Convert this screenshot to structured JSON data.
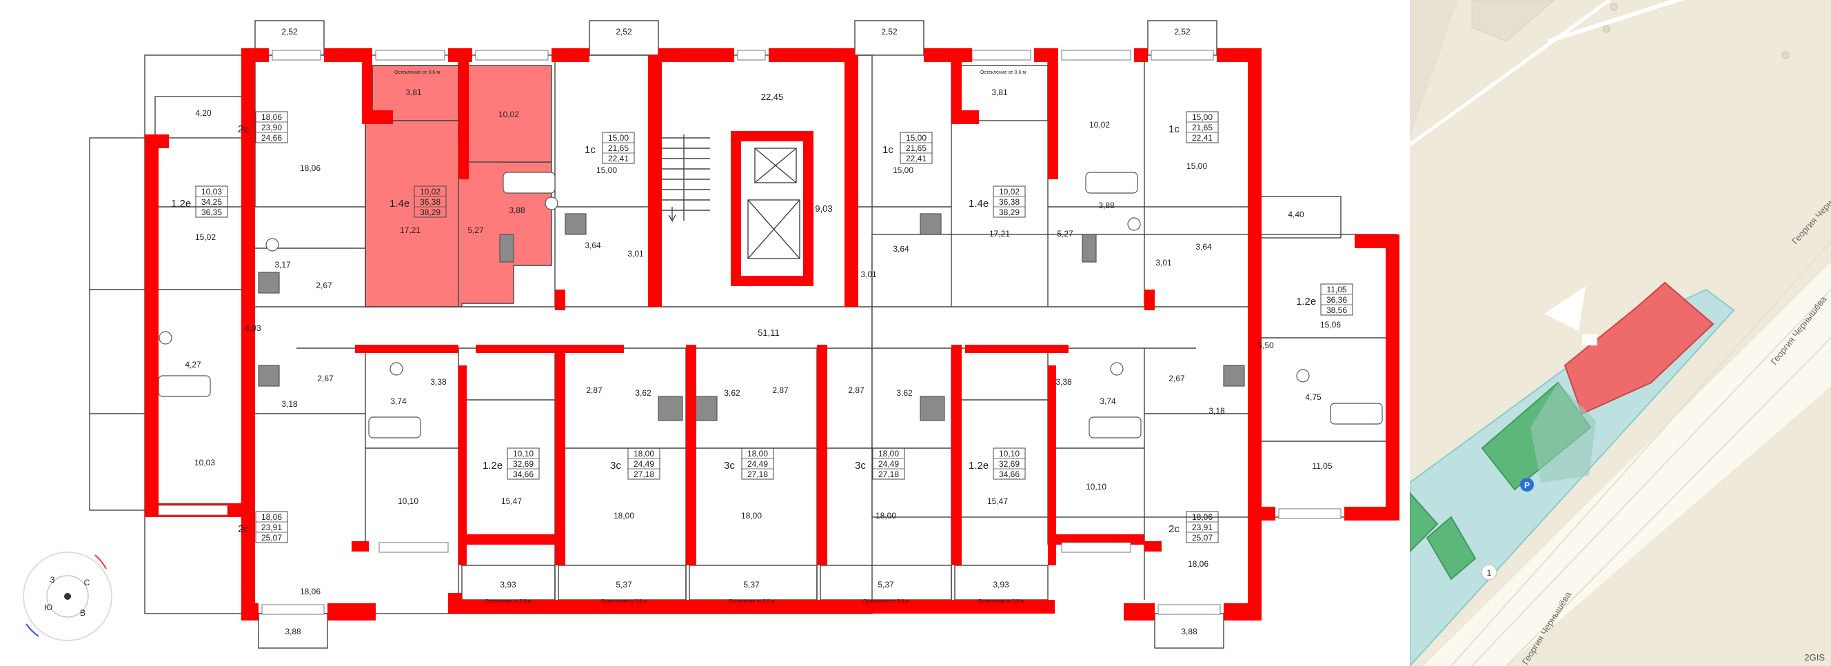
{
  "plan": {
    "glazing_note": "Остекление от 0,6 м",
    "balconies_top": [
      "2,52",
      "2,52",
      "2,52",
      "2,52"
    ],
    "balconies_bottom": [
      "3,88",
      "3,88"
    ],
    "loggias_top": [
      "3,81",
      "10,02",
      "3,81",
      "10,02"
    ],
    "loggias_bottom": [
      "3,93",
      "5,37",
      "5,37",
      "5,37",
      "3,93"
    ],
    "loggia_left_top": "4,20",
    "loggia_right_top": "4,40",
    "corridor": "51,11",
    "lobby": "22,45",
    "lift_hall": "9,03",
    "apartments": [
      {
        "id": "a1",
        "type": "2с",
        "l": "18,06",
        "t": "23,90",
        "s": "24,66"
      },
      {
        "id": "a2",
        "type": "1.4е",
        "l": "10,02",
        "t": "36,38",
        "s": "38,29"
      },
      {
        "id": "a3",
        "type": "1с",
        "l": "15,00",
        "t": "21,65",
        "s": "22,41"
      },
      {
        "id": "a4",
        "type": "1с",
        "l": "15,00",
        "t": "21,65",
        "s": "22,41"
      },
      {
        "id": "a5",
        "type": "1.4е",
        "l": "10,02",
        "t": "36,38",
        "s": "38,29"
      },
      {
        "id": "a6",
        "type": "1с",
        "l": "15,00",
        "t": "21,65",
        "s": "22,41"
      },
      {
        "id": "a7",
        "type": "1.2е",
        "l": "10,03",
        "t": "34,25",
        "s": "36,35"
      },
      {
        "id": "a8",
        "type": "1.2е",
        "l": "11,05",
        "t": "36,36",
        "s": "38,56"
      },
      {
        "id": "b1",
        "type": "2с",
        "l": "18,06",
        "t": "23,91",
        "s": "25,07"
      },
      {
        "id": "b2",
        "type": "1.2е",
        "l": "10,10",
        "t": "32,69",
        "s": "34,66"
      },
      {
        "id": "b3",
        "type": "3с",
        "l": "18,00",
        "t": "24,49",
        "s": "27,18"
      },
      {
        "id": "b4",
        "type": "3с",
        "l": "18,00",
        "t": "24,49",
        "s": "27,18"
      },
      {
        "id": "b5",
        "type": "3с",
        "l": "18,00",
        "t": "24,49",
        "s": "27,18"
      },
      {
        "id": "b6",
        "type": "1.2е",
        "l": "10,10",
        "t": "32,69",
        "s": "34,66"
      },
      {
        "id": "b7",
        "type": "2с",
        "l": "18,06",
        "t": "23,91",
        "s": "25,07"
      }
    ],
    "rooms": {
      "r1806a": "18,06",
      "r1721a": "17,21",
      "r527a": "5,27",
      "r388a": "3,88",
      "r1500a": "15,00",
      "r364a": "3,64",
      "r301a": "3,01",
      "r1500b": "15,00",
      "r301b": "3,01",
      "r364b": "3,64",
      "r1721b": "17,21",
      "r527b": "5,27",
      "r388b": "3,88",
      "r301c": "3,01",
      "r364c": "3,64",
      "r1500c": "15,00",
      "r1502": "15,02",
      "r317": "3,17",
      "r267a": "2,67",
      "r493": "4,93",
      "r427": "4,27",
      "r318a": "3,18",
      "r267b": "2,67",
      "r1003": "10,03",
      "r1806b": "18,06",
      "r374a": "3,74",
      "r338a": "3,38",
      "r1010a": "10,10",
      "r1547a": "15,47",
      "r287a": "2,87",
      "r362a": "3,62",
      "r1800a": "18,00",
      "r362b": "3,62",
      "r287b": "2,87",
      "r1800b": "18,00",
      "r287c": "2,87",
      "r362c": "3,62",
      "r1800c": "18,00",
      "r1547b": "15,47",
      "r338b": "3,38",
      "r374b": "3,74",
      "r1010b": "10,10",
      "r267c": "2,67",
      "r318b": "3,18",
      "r1806c": "18,06",
      "r1506": "15,06",
      "r550": "5,50",
      "r475": "4,75",
      "r1105": "11,05"
    },
    "compass": {
      "n": "С",
      "s": "Ю",
      "e": "В",
      "w": "З"
    }
  },
  "map": {
    "street_1": "Георгия Чернышёва",
    "street_2": "Георгия Чернышёва",
    "street_3": "Георгия Черн",
    "parking_label": "P",
    "marker_label": "1",
    "attribution": "2GIS"
  }
}
